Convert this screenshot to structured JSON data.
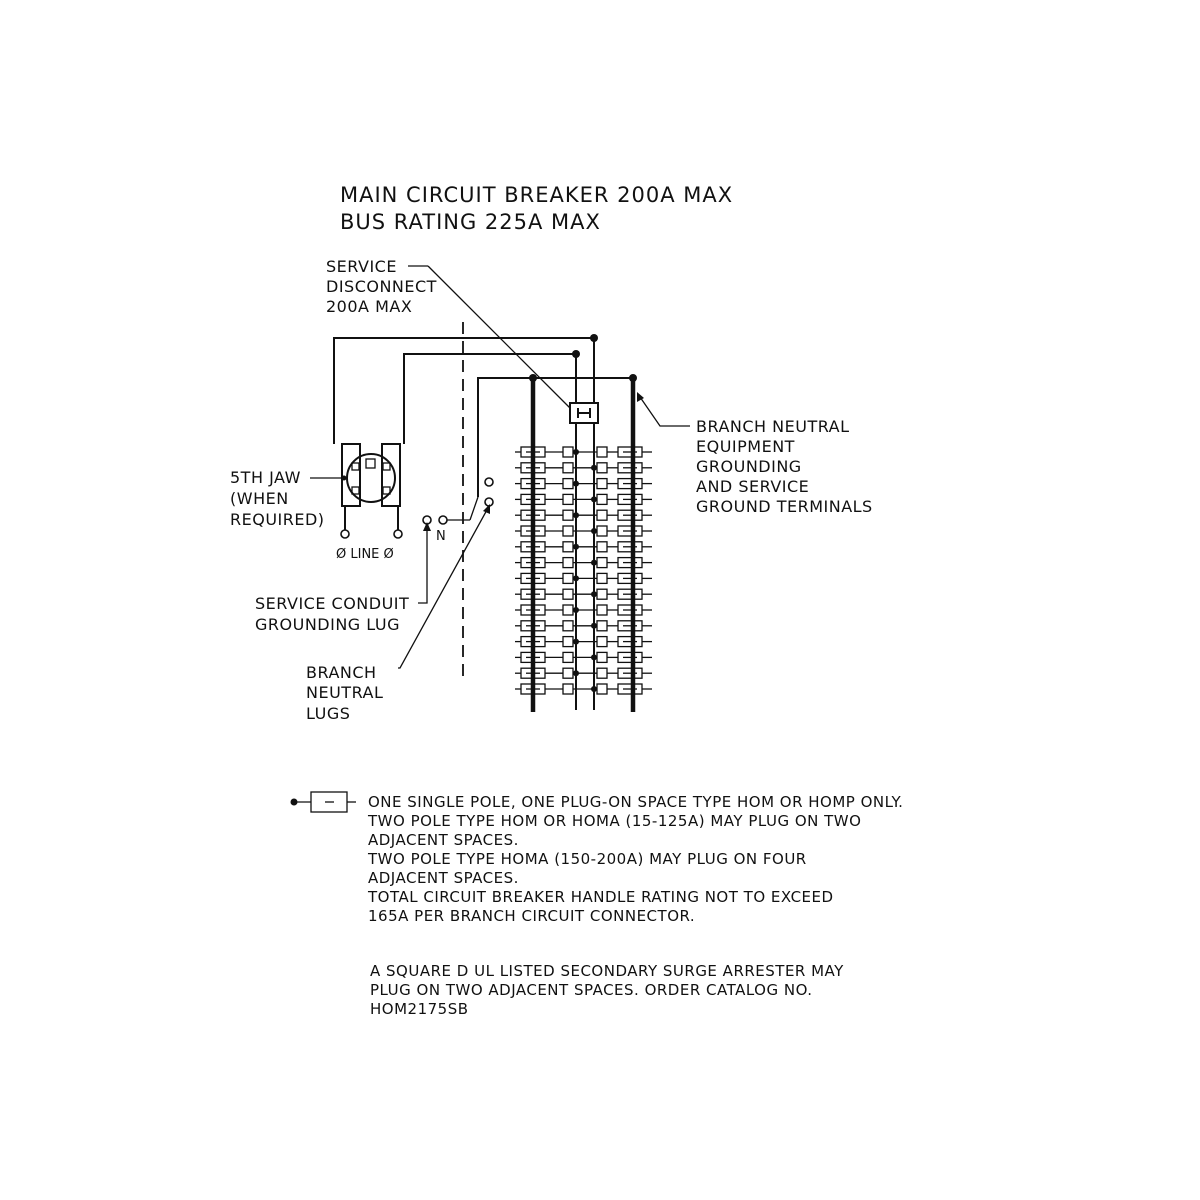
{
  "title": {
    "line1": "MAIN CIRCUIT BREAKER 200A MAX",
    "line2": "BUS RATING 225A MAX"
  },
  "labels": {
    "service_disconnect": [
      "SERVICE",
      "DISCONNECT",
      "200A MAX"
    ],
    "fifth_jaw": [
      "5TH JAW",
      "(WHEN",
      "REQUIRED)"
    ],
    "line_label": "Ø LINE  Ø",
    "neutral_n": "N",
    "service_conduit": [
      "SERVICE CONDUIT",
      "GROUNDING LUG"
    ],
    "branch_neutral_lugs": [
      "BRANCH",
      "NEUTRAL",
      "LUGS"
    ],
    "branch_neutral_terminals": [
      "BRANCH NEUTRAL",
      "EQUIPMENT",
      "GROUNDING",
      "AND SERVICE",
      "GROUND TERMINALS"
    ]
  },
  "legend": {
    "lines": [
      "ONE SINGLE POLE, ONE PLUG-ON SPACE TYPE HOM OR HOMP ONLY.",
      "TWO POLE TYPE HOM OR HOMA (15-125A) MAY PLUG ON TWO",
      "ADJACENT SPACES.",
      "TWO POLE TYPE HOMA (150-200A) MAY PLUG ON FOUR",
      "ADJACENT SPACES.",
      "TOTAL CIRCUIT BREAKER HANDLE RATING NOT TO EXCEED",
      "165A PER BRANCH CIRCUIT CONNECTOR."
    ]
  },
  "note": {
    "lines": [
      "A SQUARE D UL LISTED SECONDARY SURGE ARRESTER MAY",
      "PLUG ON TWO ADJACENT SPACES. ORDER CATALOG NO.",
      "HOM2175SB"
    ]
  },
  "panel": {
    "breaker_rows": 16
  }
}
